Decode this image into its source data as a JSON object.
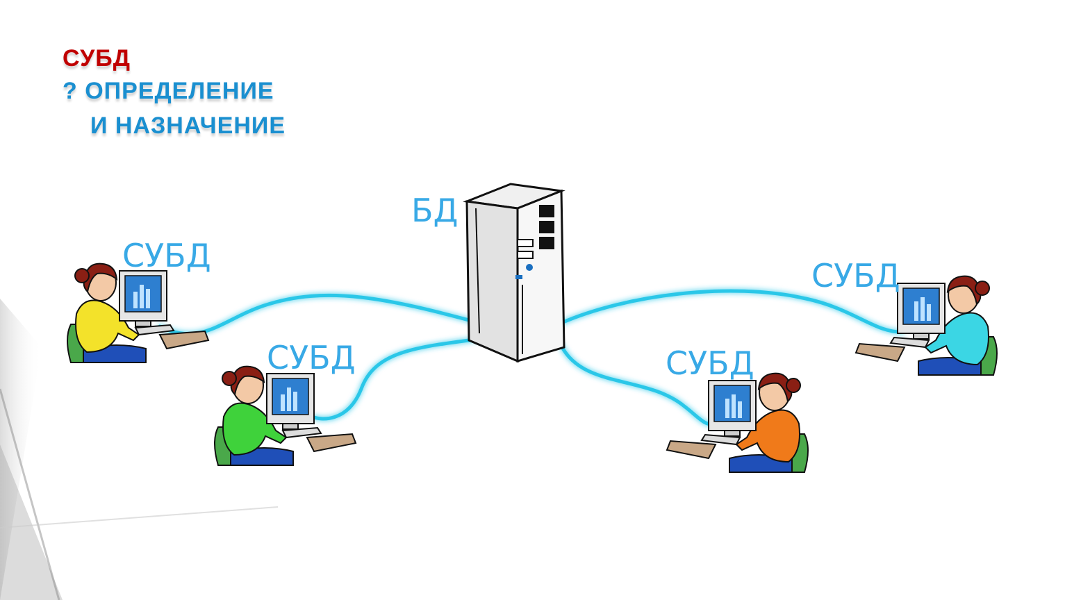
{
  "slide": {
    "title": "СУБД",
    "subtitle_line1": "? ОПРЕДЕЛЕНИЕ",
    "subtitle_line2": "И НАЗНАЧЕНИЕ"
  },
  "diagram": {
    "server_label": "БД",
    "client_labels": [
      "СУБД",
      "СУБД",
      "СУБД",
      "СУБД"
    ],
    "colors": {
      "title": "#c00000",
      "subtitle": "#1a8fd0",
      "labels": "#38a9e6",
      "link": "#2cc7e8",
      "shirts": [
        "#f3e22a",
        "#3fd23b",
        "#f07a1a",
        "#3bd6e4"
      ]
    }
  }
}
